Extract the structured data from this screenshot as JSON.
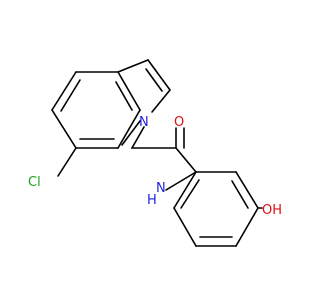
{
  "molecule": {
    "atoms": {
      "chlorine": "Cl",
      "indole_nitrogen": "N",
      "oxygen_carbonyl": "O",
      "amide_nitrogen": "N",
      "amide_hydrogen": "H",
      "hydroxyl": "OH"
    },
    "colors": {
      "bond": "#000000",
      "chlorine": "#1fa01f",
      "nitrogen": "#1f1fe0",
      "oxygen": "#e01010",
      "hydrogen": "#1f1fe0"
    }
  }
}
